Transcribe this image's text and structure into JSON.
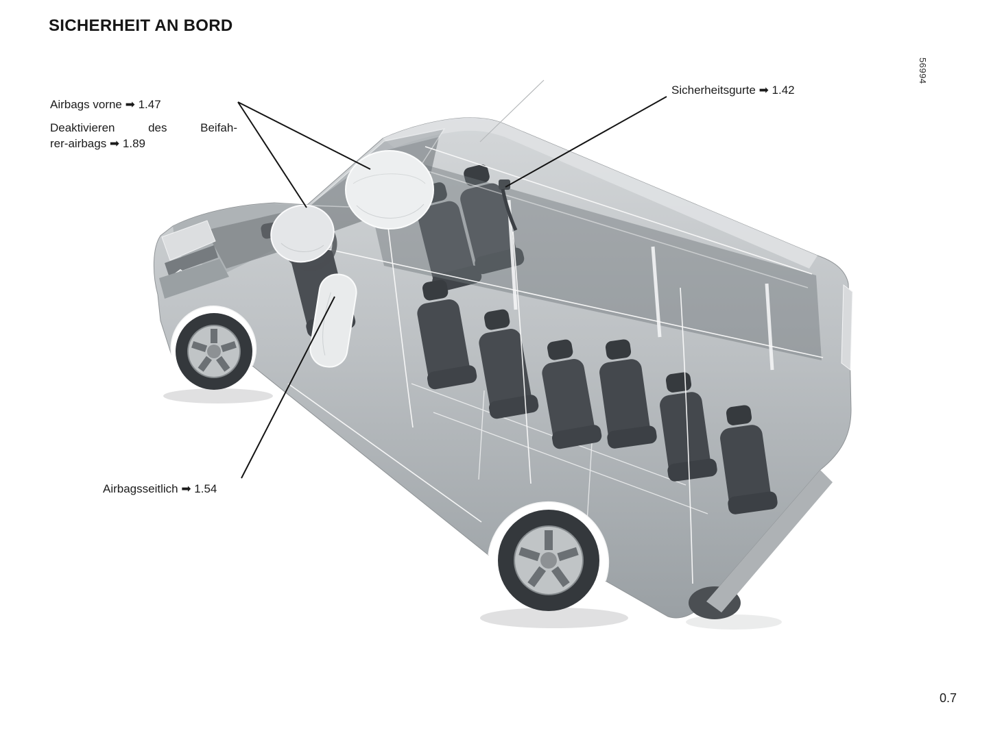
{
  "page": {
    "title": "SICHERHEIT AN BORD",
    "page_number": "0.7",
    "figure_number": "56994"
  },
  "labels": {
    "front_airbags": "Airbags vorne ➡ 1.47",
    "deactivate_passenger_airbag_line1": "Deaktivieren des Beifah-",
    "deactivate_passenger_airbag_line2": "rer-airbags ➡ 1.89",
    "seatbelts": "Sicherheitsgurte ➡ 1.42",
    "side_airbags": "Airbagsseitlich ➡ 1.54"
  }
}
